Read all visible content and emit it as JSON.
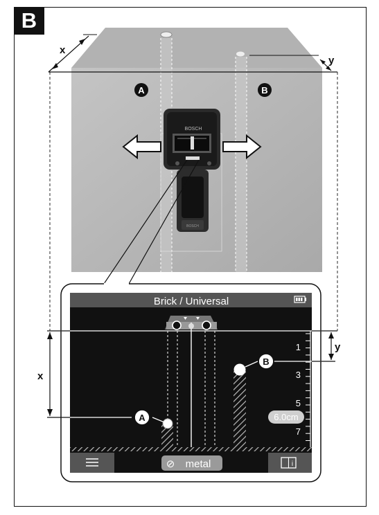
{
  "figure": {
    "letter": "B"
  },
  "wall_illustration": {
    "marker_a": "A",
    "marker_b": "B",
    "dim_x": "x",
    "dim_y": "y",
    "device_brand": "BOSCH"
  },
  "display": {
    "mode_title": "Brick / Universal",
    "scale_ticks": [
      "1",
      "3",
      "5",
      "7"
    ],
    "depth_readout": "6.0cm",
    "menu_icon": "menu-icon",
    "material_label": "metal",
    "material_icon": "paperclip-icon",
    "info_icon": "info-icon",
    "battery_icon": "battery-icon",
    "object_a_label": "A",
    "object_b_label": "B"
  },
  "dimensions": {
    "x_label": "x",
    "y_label": "y"
  },
  "colors": {
    "wall_gray": "#b9b9b9",
    "display_bg": "#111111",
    "title_bar": "#555555",
    "bottom_bar": "#555555",
    "white": "#ffffff"
  }
}
